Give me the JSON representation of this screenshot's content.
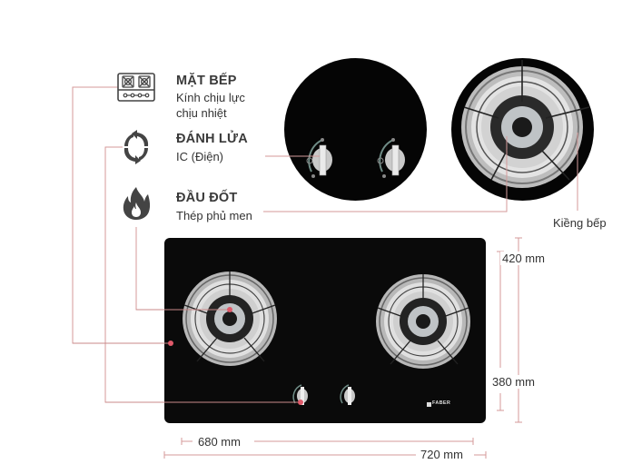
{
  "features": [
    {
      "icon": "cooktop-icon",
      "title": "MẶT BẾP",
      "desc_lines": [
        "Kính chịu lực",
        "chịu nhiệt"
      ]
    },
    {
      "icon": "ignition-cycle-icon",
      "title": "ĐÁNH LỬA",
      "desc_lines": [
        "IC (Điện)"
      ]
    },
    {
      "icon": "flame-icon",
      "title": "ĐẦU ĐỐT",
      "desc_lines": [
        "Thép phủ men"
      ]
    }
  ],
  "callouts": {
    "pan_support": "Kiềng bếp"
  },
  "brand": "FABER",
  "dimensions": {
    "depth_outer": "420 mm",
    "depth_inner": "380 mm",
    "width_inner": "680 mm",
    "width_outer": "720 mm"
  },
  "colors": {
    "leader_line": "#d49a9a",
    "marker_dot": "#e05a6a",
    "glass": "#0a0a0a",
    "icon": "#444444"
  }
}
